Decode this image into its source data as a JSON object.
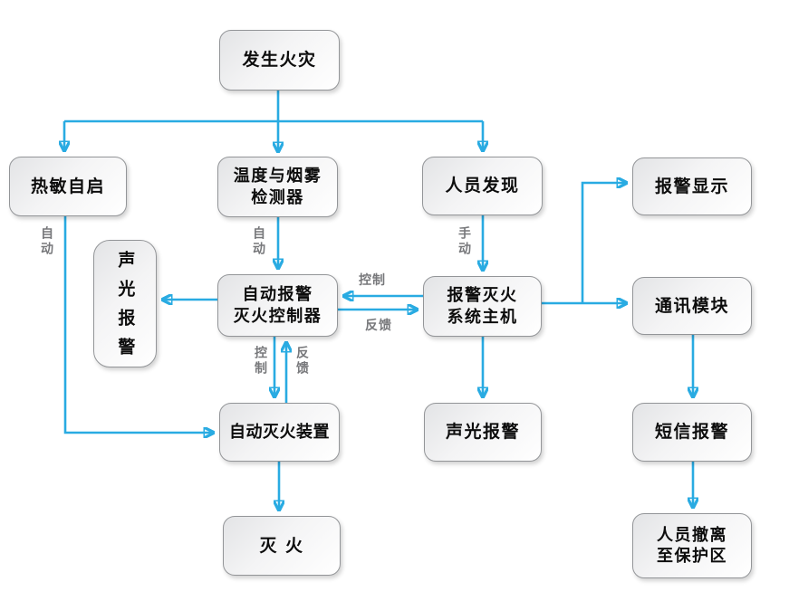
{
  "colors": {
    "arrow": "#29abe2",
    "label": "#77787b",
    "node_border": "#939598",
    "node_text": "#0d0d0d"
  },
  "nodes": {
    "fire": {
      "lines": [
        "发生火灾"
      ]
    },
    "thermal": {
      "lines": [
        "热敏自启"
      ]
    },
    "detector": {
      "lines": [
        "温度与烟雾",
        "检测器"
      ]
    },
    "person": {
      "lines": [
        "人员发现"
      ]
    },
    "alarm_display": {
      "lines": [
        "报警显示"
      ]
    },
    "sound_light_left": {
      "lines": [
        "声光报警"
      ]
    },
    "controller": {
      "lines": [
        "自动报警",
        "灭火控制器"
      ]
    },
    "main_unit": {
      "lines": [
        "报警灭火",
        "系统主机"
      ]
    },
    "comm": {
      "lines": [
        "通讯模块"
      ]
    },
    "auto_extinguisher": {
      "lines": [
        "自动灭火装置"
      ]
    },
    "sound_light_bottom": {
      "lines": [
        "声光报警"
      ]
    },
    "sms": {
      "lines": [
        "短信报警"
      ]
    },
    "extinguish": {
      "lines": [
        "灭 火"
      ]
    },
    "evacuate": {
      "lines": [
        "人员撤离",
        "至保护区"
      ]
    }
  },
  "edge_labels": {
    "thermal_auto": "自动",
    "detector_auto": "自动",
    "person_manual": "手动",
    "control_horizontal": "控制",
    "feedback_horizontal": "反馈",
    "control_vertical": "控制",
    "feedback_vertical": "反馈"
  }
}
